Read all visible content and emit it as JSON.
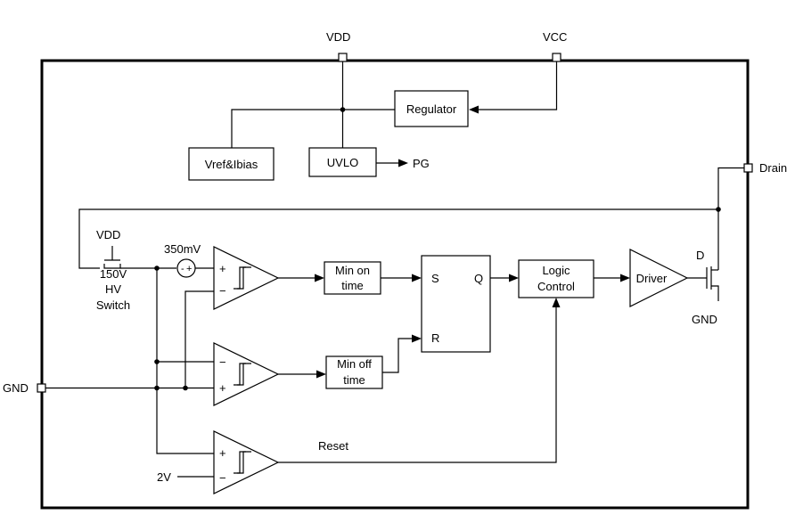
{
  "pins": {
    "vdd": "VDD",
    "vcc": "VCC",
    "drain": "Drain",
    "gnd": "GND"
  },
  "blocks": {
    "regulator": "Regulator",
    "vref": "Vref&Ibias",
    "uvlo": "UVLO",
    "min_on": [
      "Min on",
      "time"
    ],
    "min_off": [
      "Min off",
      "time"
    ],
    "logic": [
      "Logic",
      "Control"
    ],
    "driver": "Driver",
    "hv_switch": [
      "150V",
      "HV",
      "Switch"
    ]
  },
  "signals": {
    "pg": "PG",
    "vdd_local": "VDD",
    "offset": "350mV",
    "reset": "Reset",
    "ref_2v": "2V",
    "d_label": "D",
    "gnd_local": "GND"
  },
  "flipflop": {
    "s": "S",
    "r": "R",
    "q": "Q"
  },
  "comparator_signs": {
    "plus": "+",
    "minus": "−"
  },
  "source_signs": {
    "minus": "-",
    "plus": "+"
  }
}
